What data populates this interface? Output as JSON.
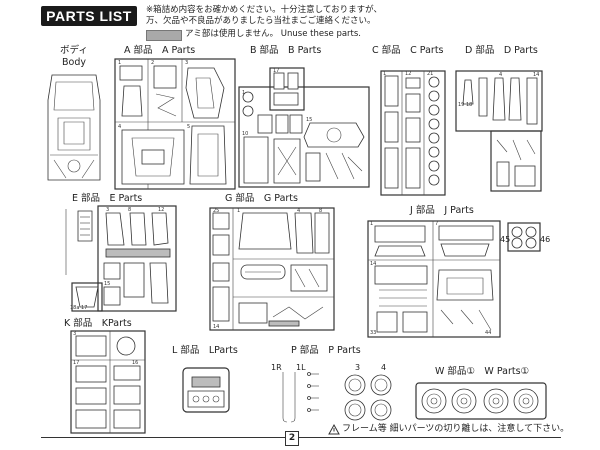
{
  "header": {
    "title": "PARTS LIST",
    "note_line1": "※箱詰め内容をお確かめください。十分注意しておりますが、",
    "note_line2": "万、欠品や不良品がありましたら当社まごご連絡ください。",
    "legend_text": "アミ部は使用しません。 Unuse these parts."
  },
  "groups": {
    "body": {
      "jp": "ボディ",
      "en": "Body"
    },
    "a": {
      "label": "A 部品　A Parts"
    },
    "b": {
      "label": "B 部品　B Parts"
    },
    "c": {
      "label": "C 部品　C Parts"
    },
    "d": {
      "label": "D 部品　D Parts"
    },
    "e": {
      "label": "E 部品　E Parts"
    },
    "g": {
      "label": "G 部品　G Parts"
    },
    "j": {
      "label": "J 部品　J Parts"
    },
    "k": {
      "label": "K 部品　KParts"
    },
    "l": {
      "label": "L 部品　LParts"
    },
    "p": {
      "label": "P 部品　P Parts",
      "wire_left": "1R",
      "wire_right": "1L",
      "ring_labels": [
        "3",
        "4"
      ]
    },
    "w": {
      "label": "W 部品①　W Parts①"
    },
    "j_side": {
      "labels": [
        "45",
        "46"
      ]
    }
  },
  "footer": {
    "caution": "フレーム等 細いパーツの切り離しは、注意して下さい。",
    "page_number": "2"
  }
}
